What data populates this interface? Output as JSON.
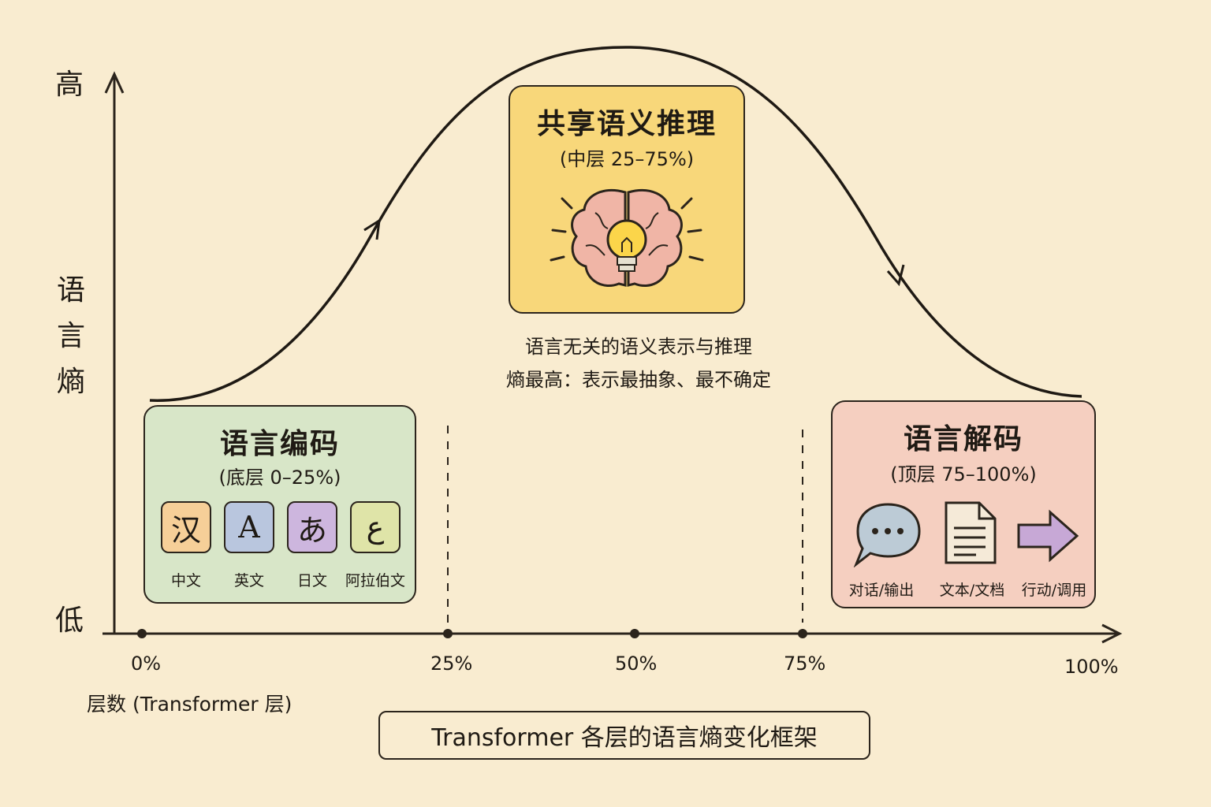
{
  "axes": {
    "y_label": "语言熵",
    "y_high": "高",
    "y_low": "低",
    "x_label": "层数 (Transformer 层)",
    "x_ticks": [
      "0%",
      "25%",
      "50%",
      "75%",
      "100%"
    ]
  },
  "boxes": {
    "encode": {
      "title": "语言编码",
      "subtitle": "(底层 0–25%)",
      "tiles": [
        {
          "glyph": "汉",
          "caption": "中文",
          "color": "#f6cf98"
        },
        {
          "glyph": "A",
          "caption": "英文",
          "color": "#b9c6de"
        },
        {
          "glyph": "あ",
          "caption": "日文",
          "color": "#cdb6de"
        },
        {
          "glyph": "ع",
          "caption": "阿拉伯文",
          "color": "#dfe4a8"
        }
      ],
      "color": "#d8e6c8"
    },
    "reason": {
      "title": "共享语义推理",
      "subtitle": "(中层 25–75%)",
      "icon": "brain-lightbulb-icon",
      "color": "#f8d77a"
    },
    "decode": {
      "title": "语言解码",
      "subtitle": "(顶层 75–100%)",
      "items": [
        {
          "icon": "speech-bubble-icon",
          "caption": "对话/输出"
        },
        {
          "icon": "document-icon",
          "caption": "文本/文档"
        },
        {
          "icon": "arrow-right-icon",
          "caption": "行动/调用"
        }
      ],
      "color": "#f5cfc0"
    }
  },
  "notes": {
    "line1": "语言无关的语义表示与推理",
    "line2": "熵最高：表示最抽象、最不确定"
  },
  "caption": "Transformer 各层的语言熵变化框架"
}
